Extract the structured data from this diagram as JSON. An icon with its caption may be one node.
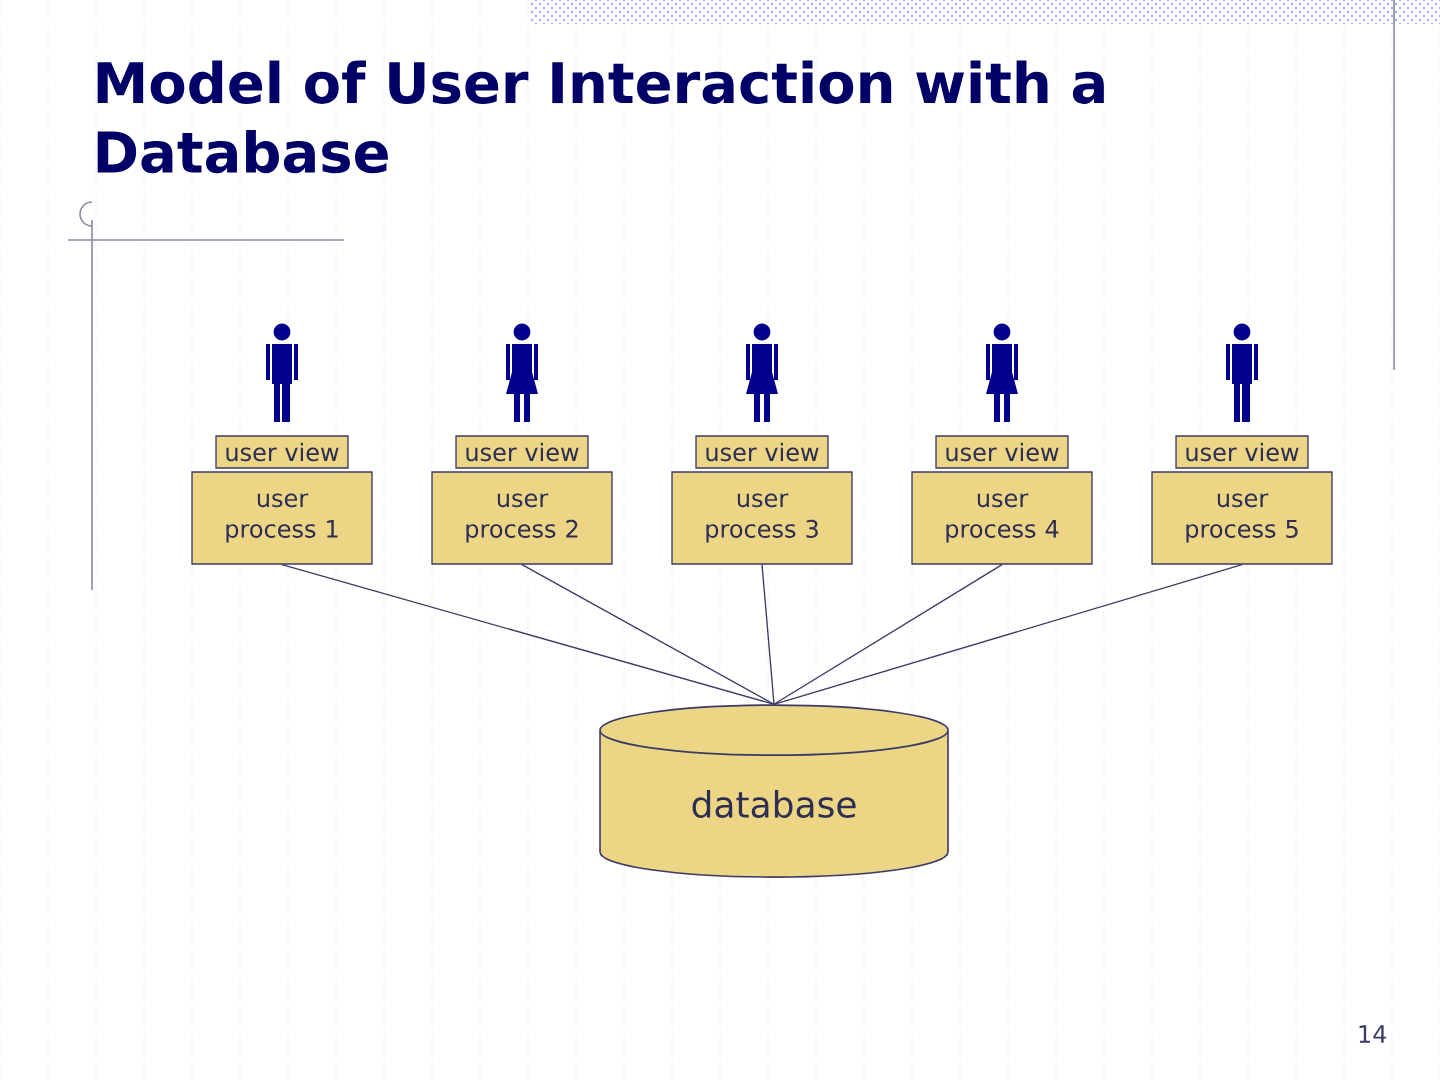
{
  "diagram": {
    "title": "Model of User Interaction with a Database",
    "nodes": [
      {
        "text": [
          "user view"
        ]
      },
      {
        "text": [
          "user view"
        ]
      },
      {
        "text": [
          "user view"
        ]
      },
      {
        "text": [
          "user view"
        ]
      },
      {
        "text": [
          "user view"
        ]
      },
      {
        "text": [
          "user process 1"
        ]
      },
      {
        "text": [
          "user process 2"
        ]
      },
      {
        "text": [
          "user process 3"
        ]
      },
      {
        "text": [
          "user process 4"
        ]
      },
      {
        "text": [
          "user process 5"
        ]
      },
      {
        "text": [
          "database"
        ]
      }
    ],
    "edges": [
      {
        "from": 5,
        "to": 10,
        "arrow": "none"
      },
      {
        "from": 6,
        "to": 10,
        "arrow": "none"
      },
      {
        "from": 7,
        "to": 10,
        "arrow": "none"
      },
      {
        "from": 8,
        "to": 10,
        "arrow": "none"
      },
      {
        "from": 9,
        "to": 10,
        "arrow": "none"
      }
    ],
    "labels": [
      "14"
    ]
  }
}
